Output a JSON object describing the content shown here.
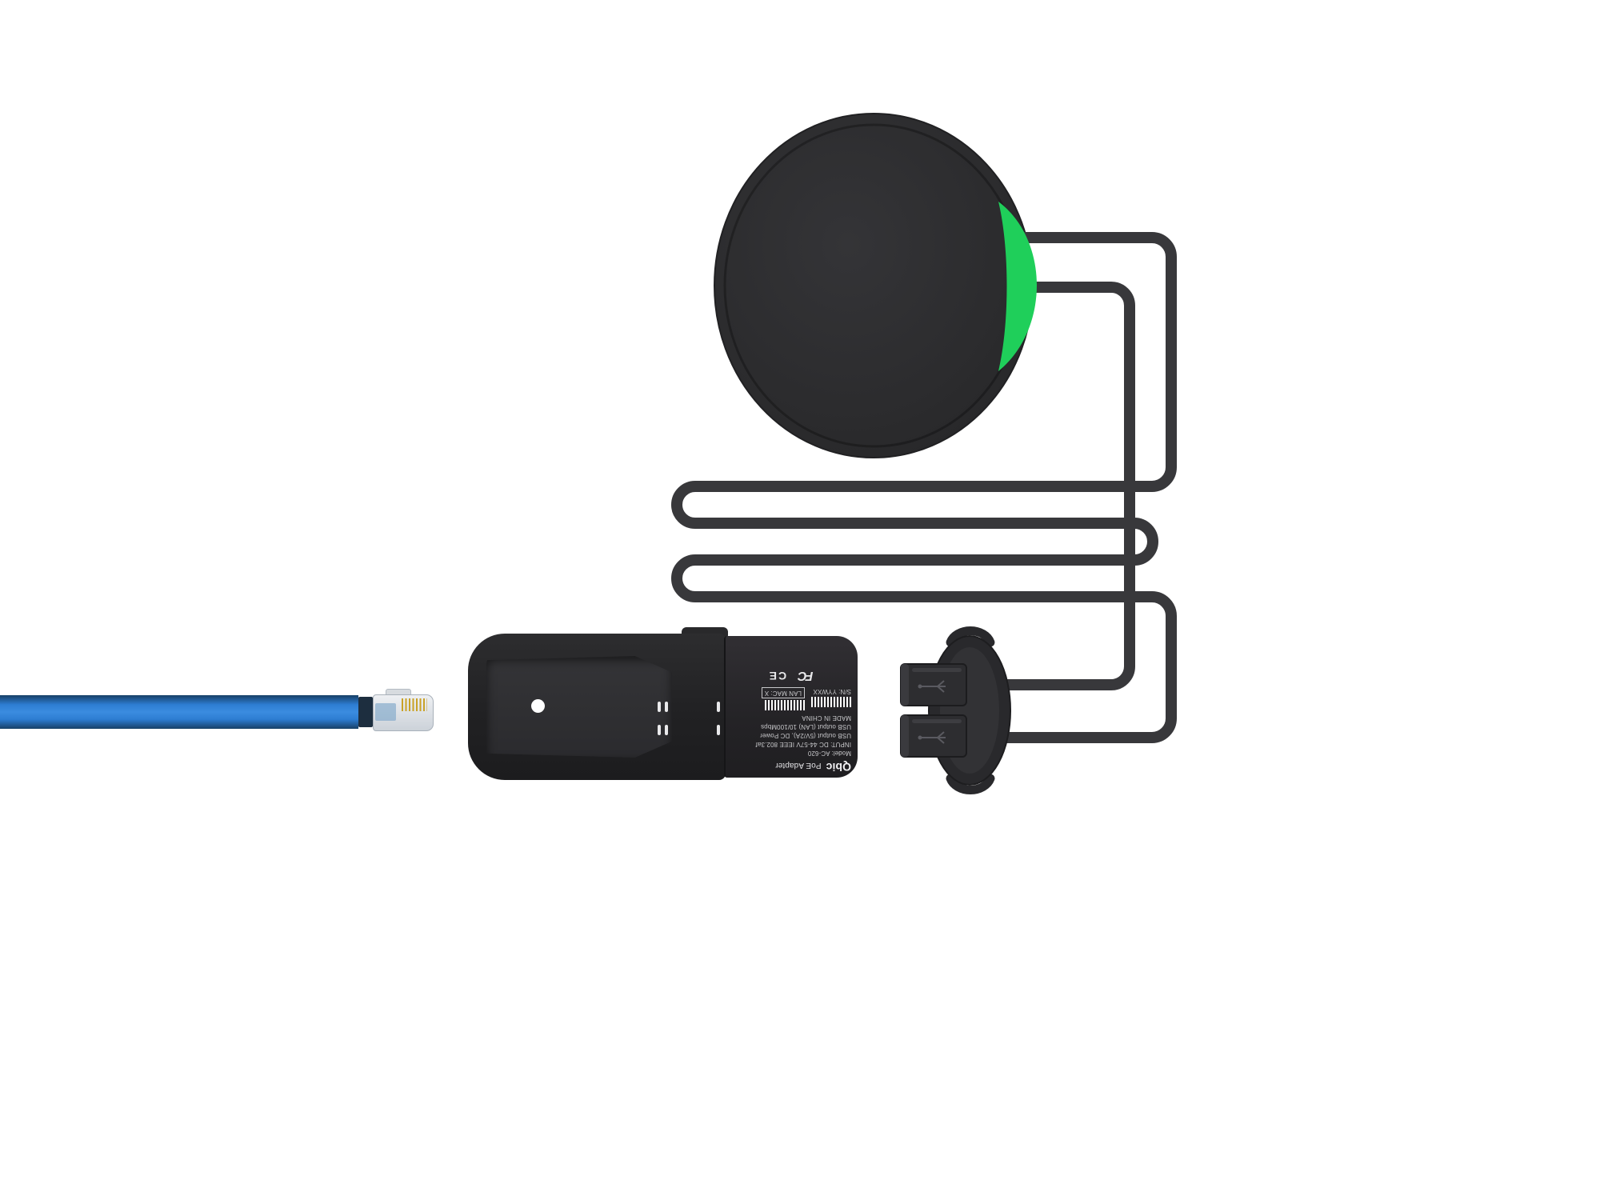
{
  "scene": {
    "background": "#ffffff",
    "accent_green": "#1fcf5a",
    "cable_color": "#38383b",
    "ethernet_blue": "#3b8ce0",
    "device_body": "#2a2a2c"
  },
  "adapter_label": {
    "brand": "Qbic",
    "product": "PoE Adapter",
    "model": "Model: AC-620",
    "input": "INPUT: DC 44-57V IEEE 802.3af",
    "output_power": "USB output (5V/2A), DC Power",
    "output_lan": "USB output (LAN) 10/100Mbps",
    "origin": "MADE IN CHINA",
    "serial": "S/N: YYWXX",
    "mac": "LAN MAC: X",
    "fcc_mark": "FC",
    "ce_mark": "CE"
  }
}
